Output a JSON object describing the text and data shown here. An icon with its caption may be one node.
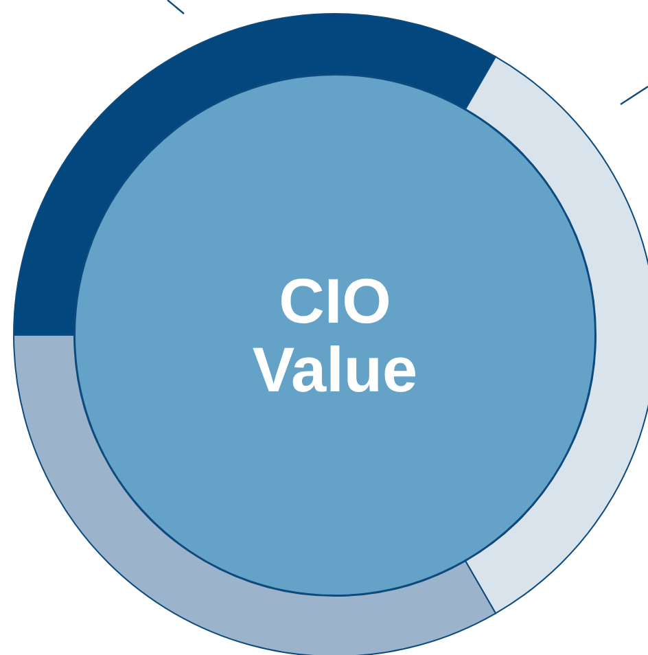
{
  "diagram": {
    "nodes": [
      {
        "text": [],
        "shape": "arc"
      },
      {
        "text": [],
        "shape": "arc"
      },
      {
        "text": [],
        "shape": "arc"
      },
      {
        "text": [
          "CIO Value"
        ]
      }
    ]
  }
}
